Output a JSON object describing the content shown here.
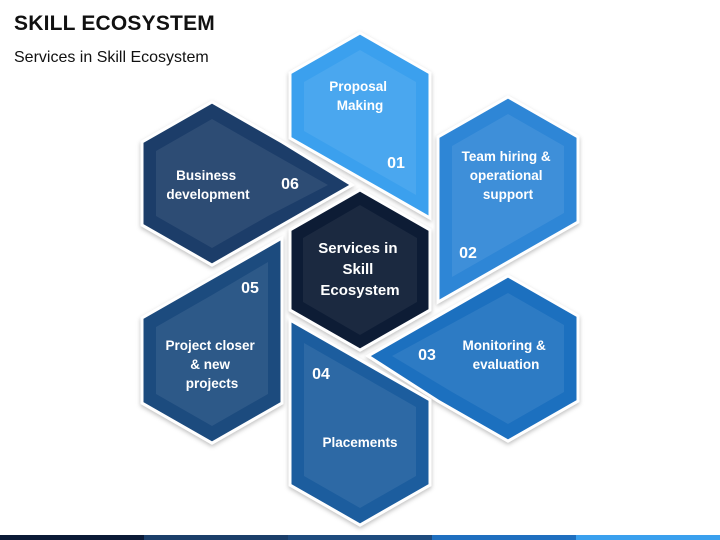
{
  "header": {
    "title": "SKILL ECOSYSTEM",
    "subtitle": "Services in Skill Ecosystem"
  },
  "center": {
    "lines": [
      "Services in",
      "Skill",
      "Ecosystem"
    ],
    "color": "#0b1a36"
  },
  "segments": [
    {
      "number": "01",
      "lines": [
        "Proposal",
        "Making"
      ],
      "color": "#3aa0ee"
    },
    {
      "number": "02",
      "lines": [
        "Team hiring &",
        "operational",
        "support"
      ],
      "color": "#2f86d6"
    },
    {
      "number": "03",
      "lines": [
        "Monitoring &",
        "evaluation"
      ],
      "color": "#1f6fbf"
    },
    {
      "number": "04",
      "lines": [
        "Placements"
      ],
      "color": "#1d5d9e"
    },
    {
      "number": "05",
      "lines": [
        "Project closer",
        "& new",
        "projects"
      ],
      "color": "#1e4b7e"
    },
    {
      "number": "06",
      "lines": [
        "Business",
        "development"
      ],
      "color": "#1b3e69"
    }
  ],
  "bottom_bar_colors": [
    "#0b1a36",
    "#1b3e69",
    "#1e4b7e",
    "#1f6fbf",
    "#3aa0ee"
  ]
}
